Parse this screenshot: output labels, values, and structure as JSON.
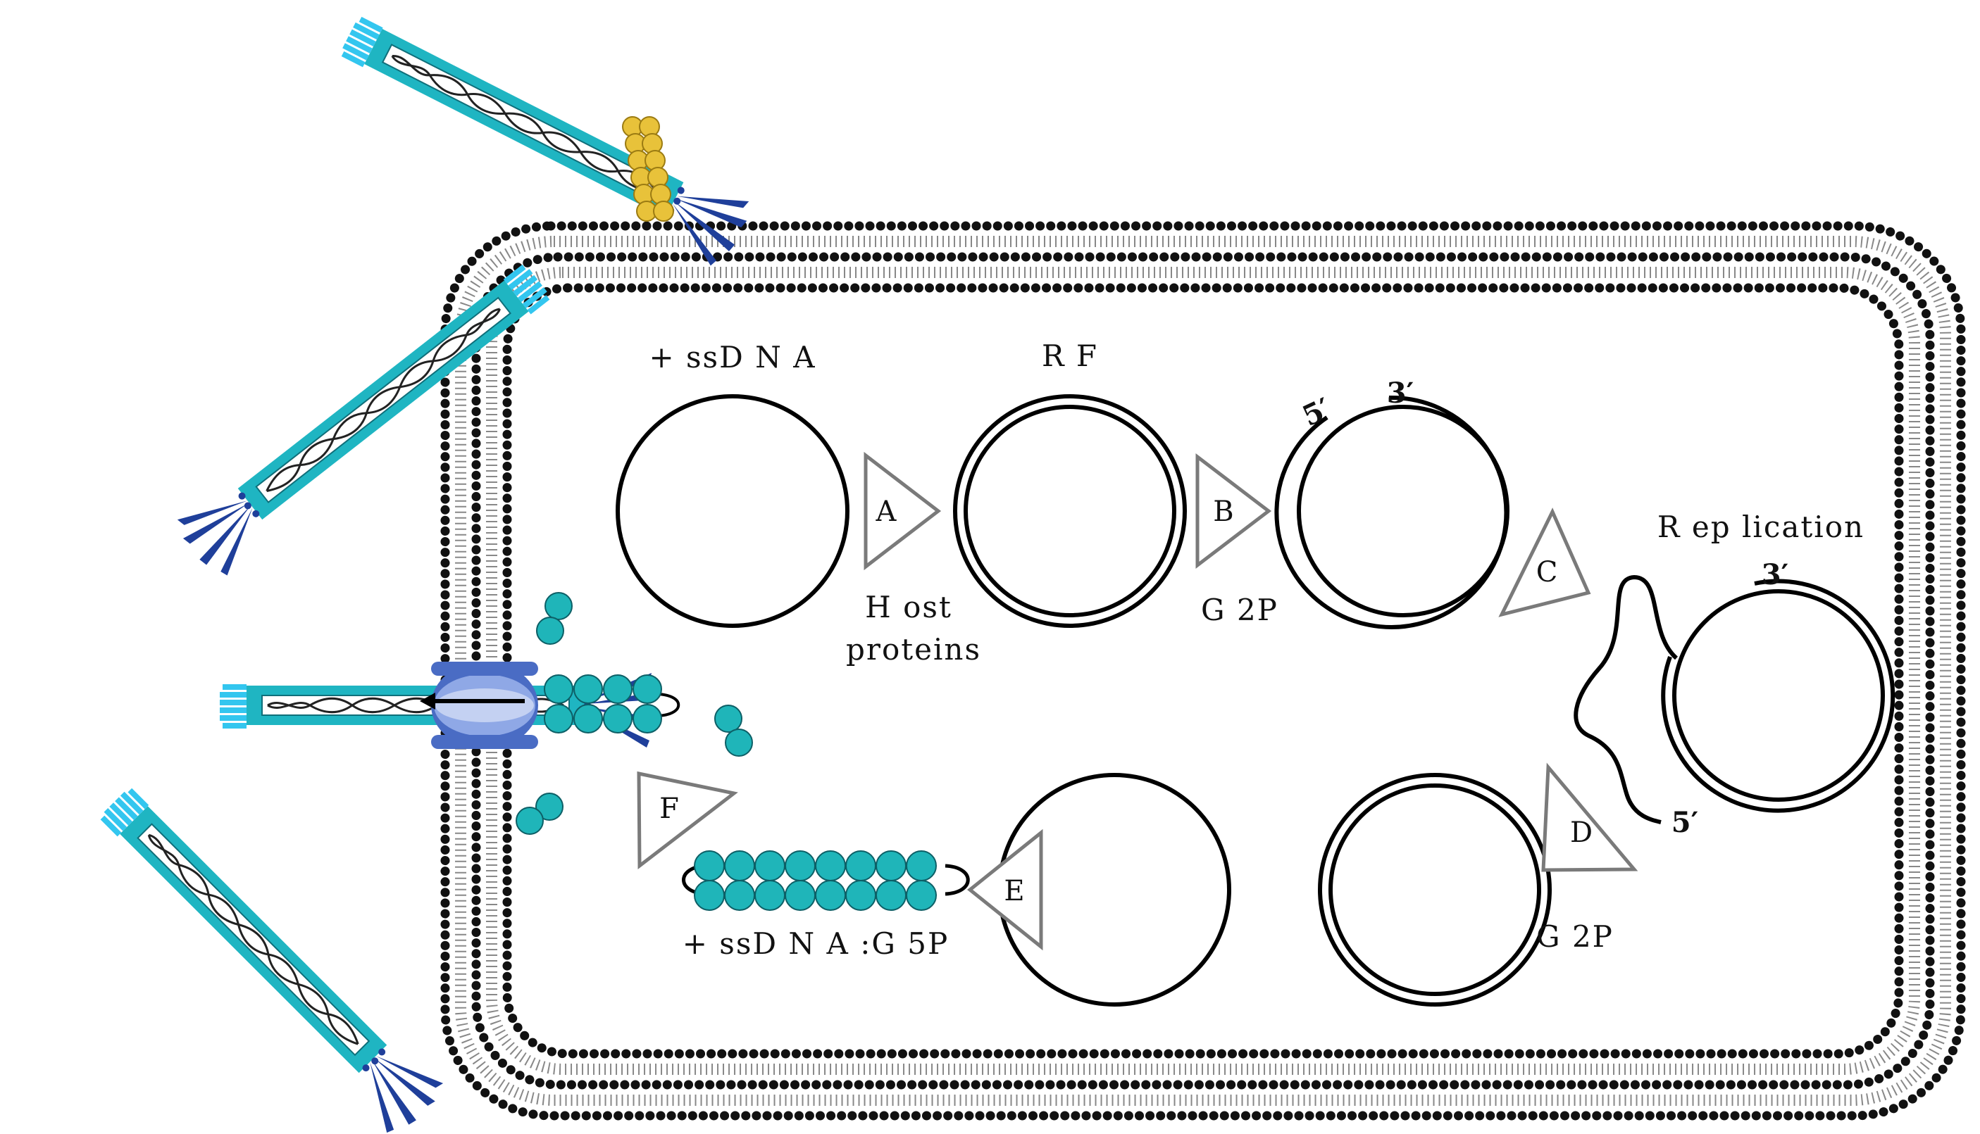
{
  "labels": {
    "ssdna": "+ ssD N A",
    "rf": "R F",
    "host_proteins_line1": "H ost",
    "host_proteins_line2": "proteins",
    "g2p_top": "G 2P",
    "g2p_bottom": "G 2P",
    "replication": "R ep lication",
    "ssdna_g5p": "+ ssD N A :G 5P"
  },
  "steps": [
    "A",
    "B",
    "C",
    "D",
    "E",
    "F"
  ],
  "strand_ends": {
    "c3_five": "5′",
    "c3_three": "3′",
    "rep_three": "3′",
    "rep_five": "5′"
  },
  "colors": {
    "phage_body": "#1fb5c2",
    "phage_tip": "#33c6ef",
    "phage_tail": "#1f3f9a",
    "pilus": "#e8c23a",
    "pore": "#6f8fd8",
    "g5p": "#1fb5b9",
    "membrane_heads": "#111111",
    "arrow_outline": "#7a7a7a"
  }
}
